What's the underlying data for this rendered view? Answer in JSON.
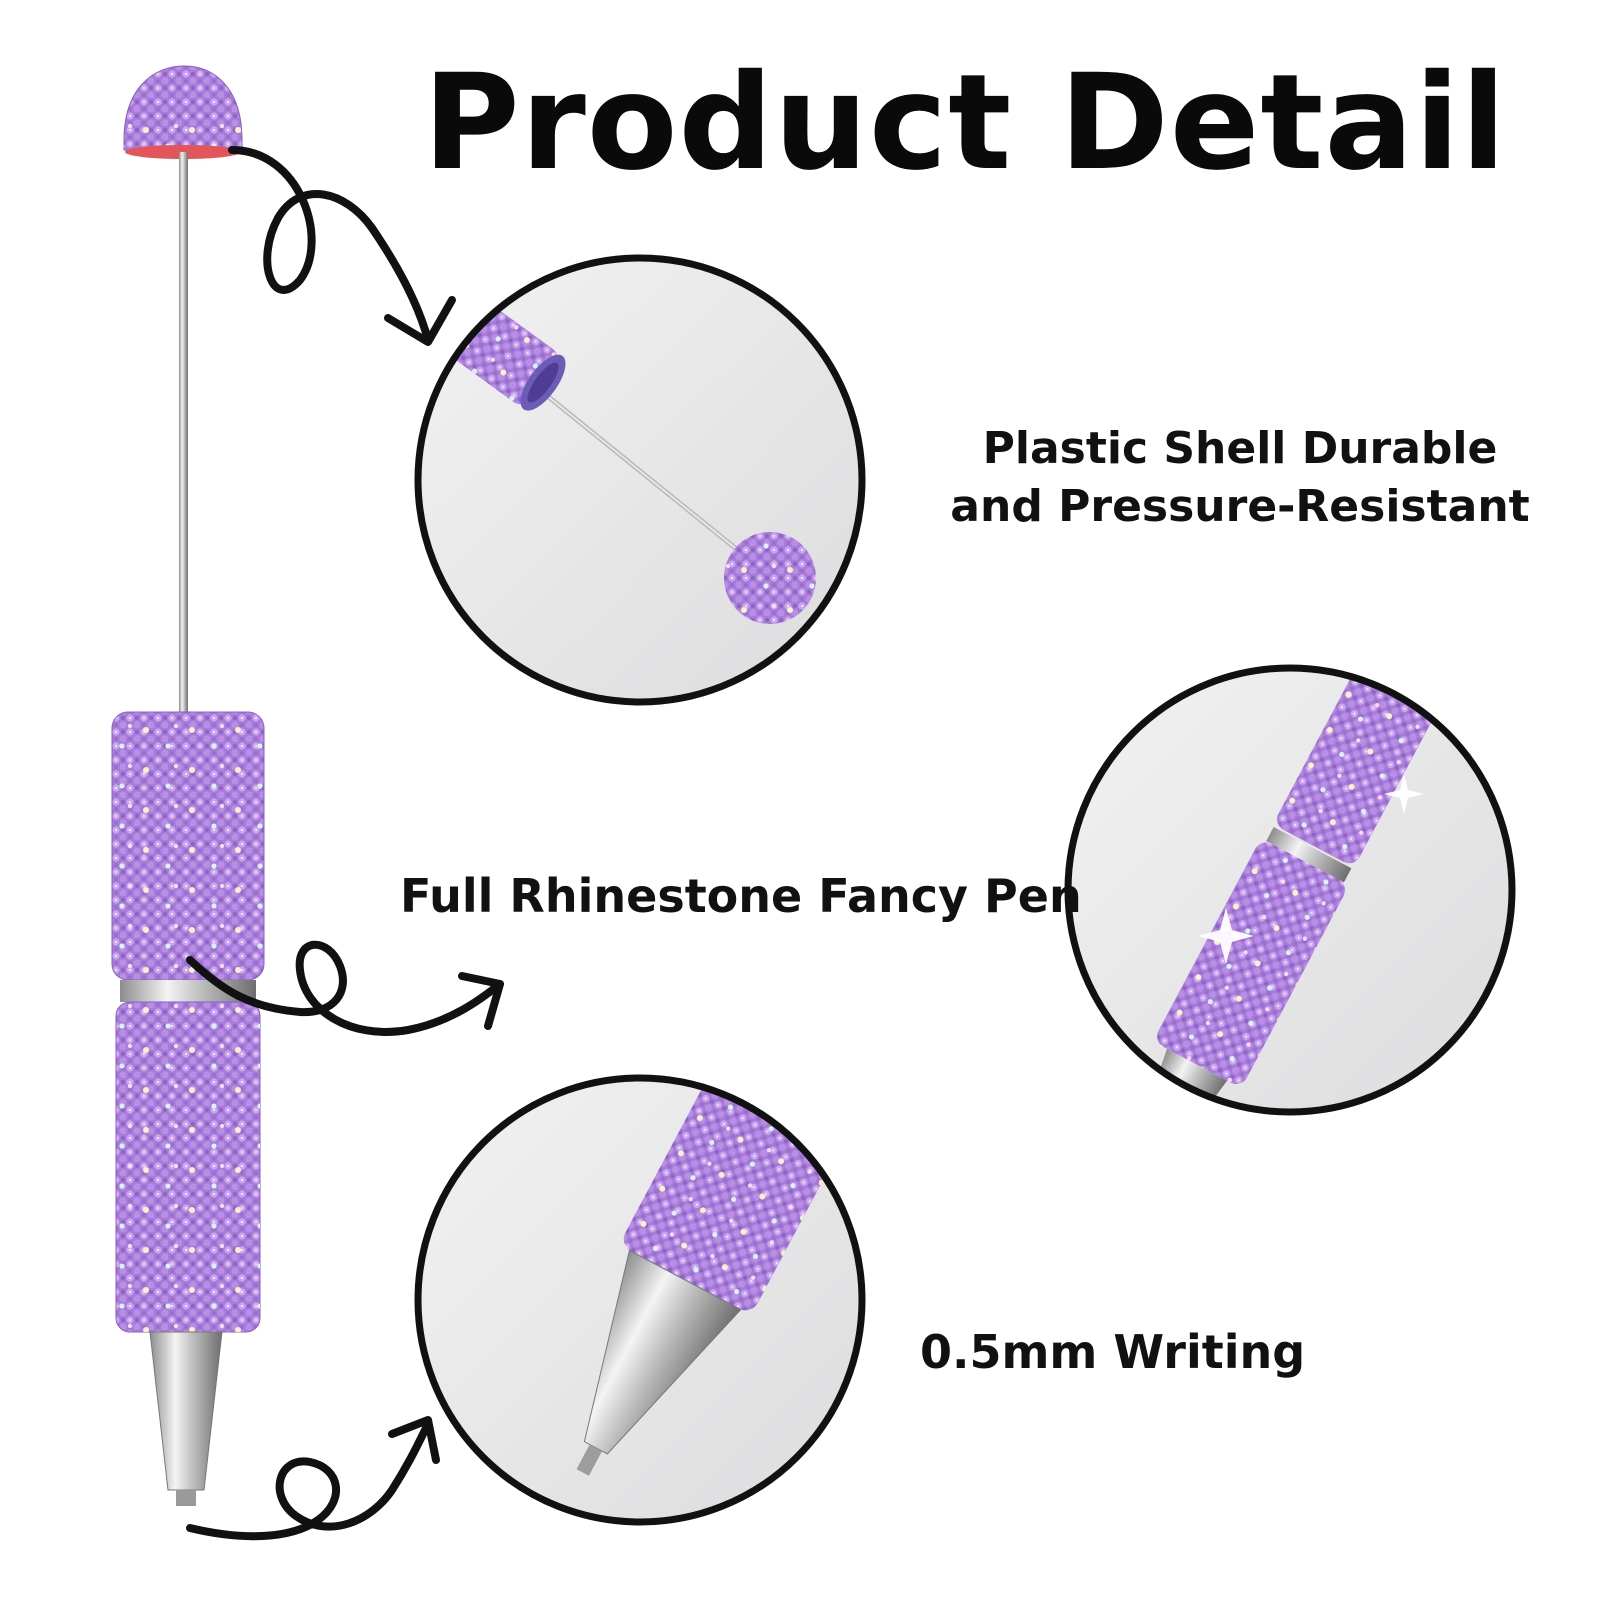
{
  "title": "Product Detail",
  "features": {
    "shell_line1": "Plastic Shell Durable",
    "shell_line2": "and Pressure-Resistant",
    "rhinestone": "Full Rhinestone Fancy Pen",
    "writing": "0.5mm Writing"
  },
  "colors": {
    "rhinestone_purple": "#b48be0",
    "rhinestone_dark": "#8a5cc4",
    "metal": "#c9c9c9",
    "text": "#111111"
  },
  "icons": {
    "callout_arrow": "curly-arrow-icon"
  }
}
